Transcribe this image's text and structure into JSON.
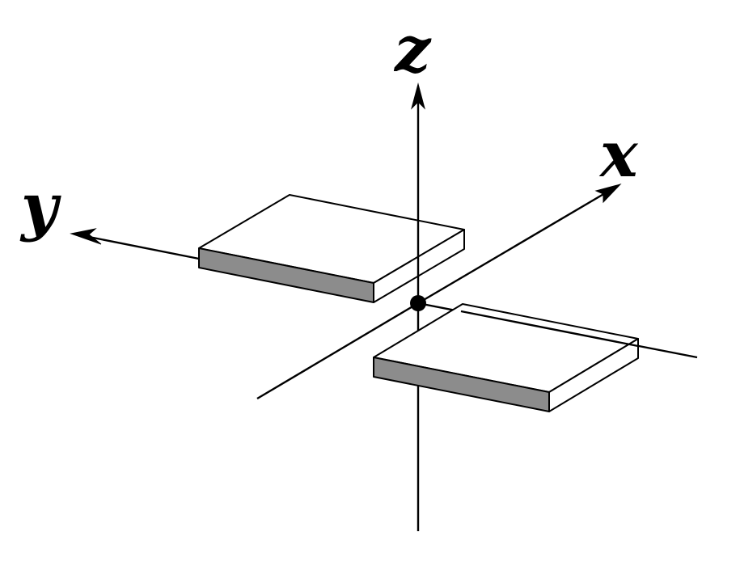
{
  "diagram": {
    "labels": {
      "z": "z",
      "x": "x",
      "y": "y"
    },
    "colors": {
      "line": "#000000",
      "plate_top": "#ffffff",
      "plate_side": "#ffffff",
      "plate_front": "#8c8c8c",
      "background": "#ffffff"
    }
  }
}
